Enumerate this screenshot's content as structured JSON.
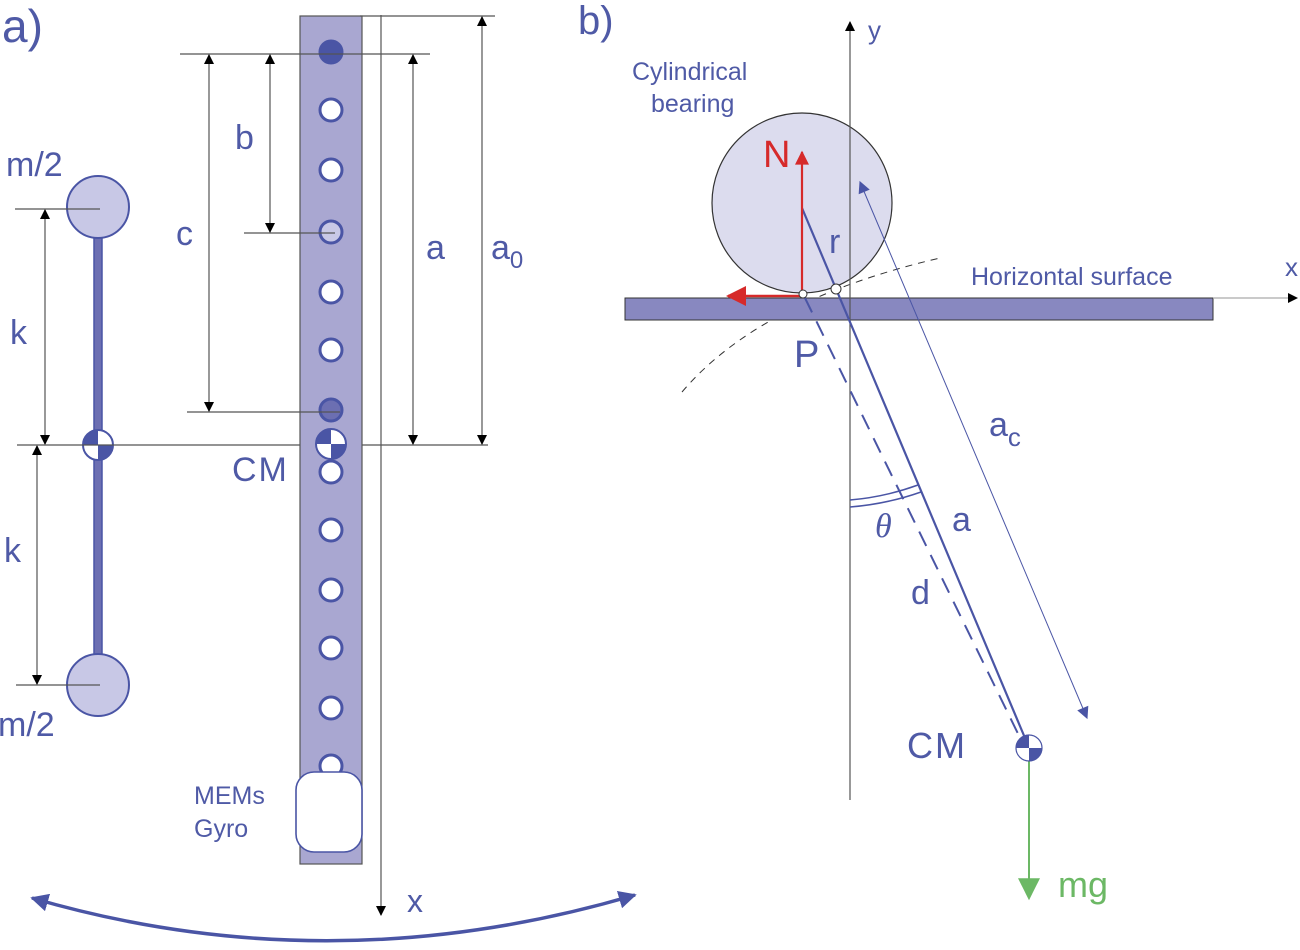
{
  "colors": {
    "label": "#4f5aa6",
    "bar_fill": "#a9a7d1",
    "bar_stroke": "#555555",
    "mass_fill": "#c8c8e6",
    "bearing_fill": "#dcdcee",
    "surface_fill": "#8888c0",
    "dim_line": "#555555",
    "force_N": "#d62a2a",
    "force_mg": "#6cb865",
    "hole_stroke": "#4a55a5",
    "dark_hole": "#4a55a5",
    "medium_hole": "#6c6fb2"
  },
  "panel_a": {
    "label": "a)",
    "mass_top_label": "m/2",
    "mass_bottom_label": "m/2",
    "k_top_label": "k",
    "k_bottom_label": "k",
    "b_label": "b",
    "c_label": "c",
    "a_label": "a",
    "a0_label": "a",
    "a0_subscript": "0",
    "cm_label": "CM",
    "gyro_label_line1": "MEMs",
    "gyro_label_line2": "Gyro",
    "x_axis_label": "x",
    "hole_count": 14
  },
  "panel_b": {
    "label": "b)",
    "bearing_label_line1": "Cylindrical",
    "bearing_label_line2": "bearing",
    "surface_label": "Horizontal surface",
    "x_axis_label": "x",
    "y_axis_label": "y",
    "N_label": "N",
    "r_label": "r",
    "P_label": "P",
    "ac_label": "a",
    "ac_subscript": "c",
    "theta_label": "θ",
    "a_label": "a",
    "d_label": "d",
    "cm_label": "CM",
    "mg_label": "mg"
  }
}
